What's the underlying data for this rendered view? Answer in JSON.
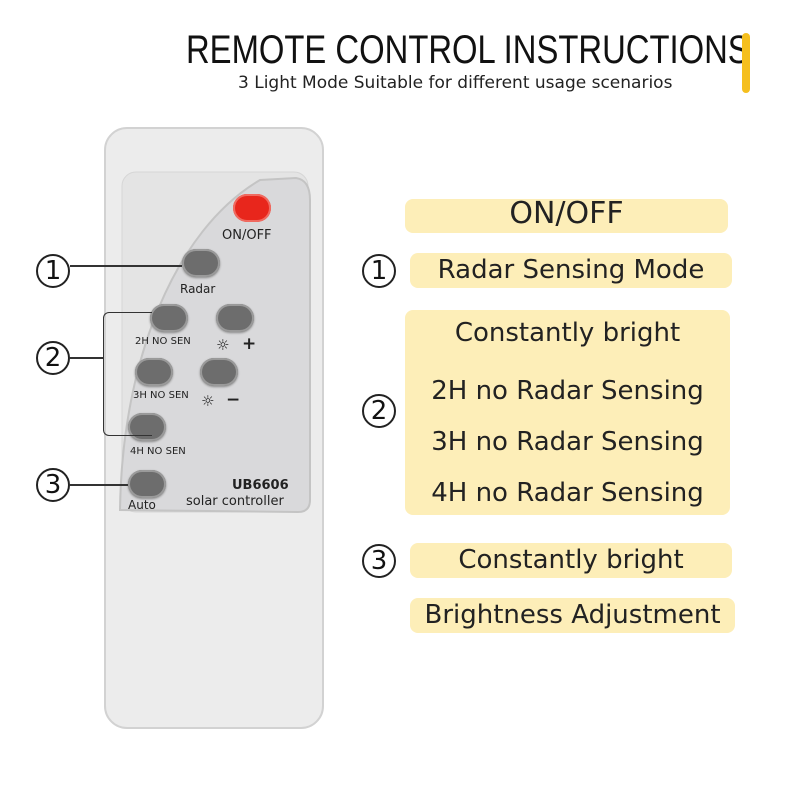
{
  "header": {
    "title": "REMOTE CONTROL INSTRUCTIONS",
    "subtitle": "3 Light Mode Suitable for different usage scenarios"
  },
  "colors": {
    "accent": "#f5bf1e",
    "label_bg": "#fdeeb8",
    "power_button": "#e8261c",
    "panel": "#dadadc",
    "remote_body": "#ececec"
  },
  "remote": {
    "power_label": "ON/OFF",
    "radar_label": "Radar",
    "h2_label": "2H NO SEN",
    "h3_label": "3H NO SEN",
    "h4_label": "4H NO SEN",
    "auto_label": "Auto",
    "plus_label": "+",
    "minus_label": "−",
    "model": "UB6606",
    "model_desc": "solar controller"
  },
  "markers": {
    "one": "1",
    "two": "2",
    "three": "3"
  },
  "instructions": {
    "power": "ON/OFF",
    "mode1": "Radar Sensing Mode",
    "mode2": [
      "Constantly bright",
      "2H no Radar Sensing",
      "3H no Radar Sensing",
      "4H no Radar Sensing"
    ],
    "mode3": "Constantly bright",
    "brightness": "Brightness Adjustment"
  }
}
